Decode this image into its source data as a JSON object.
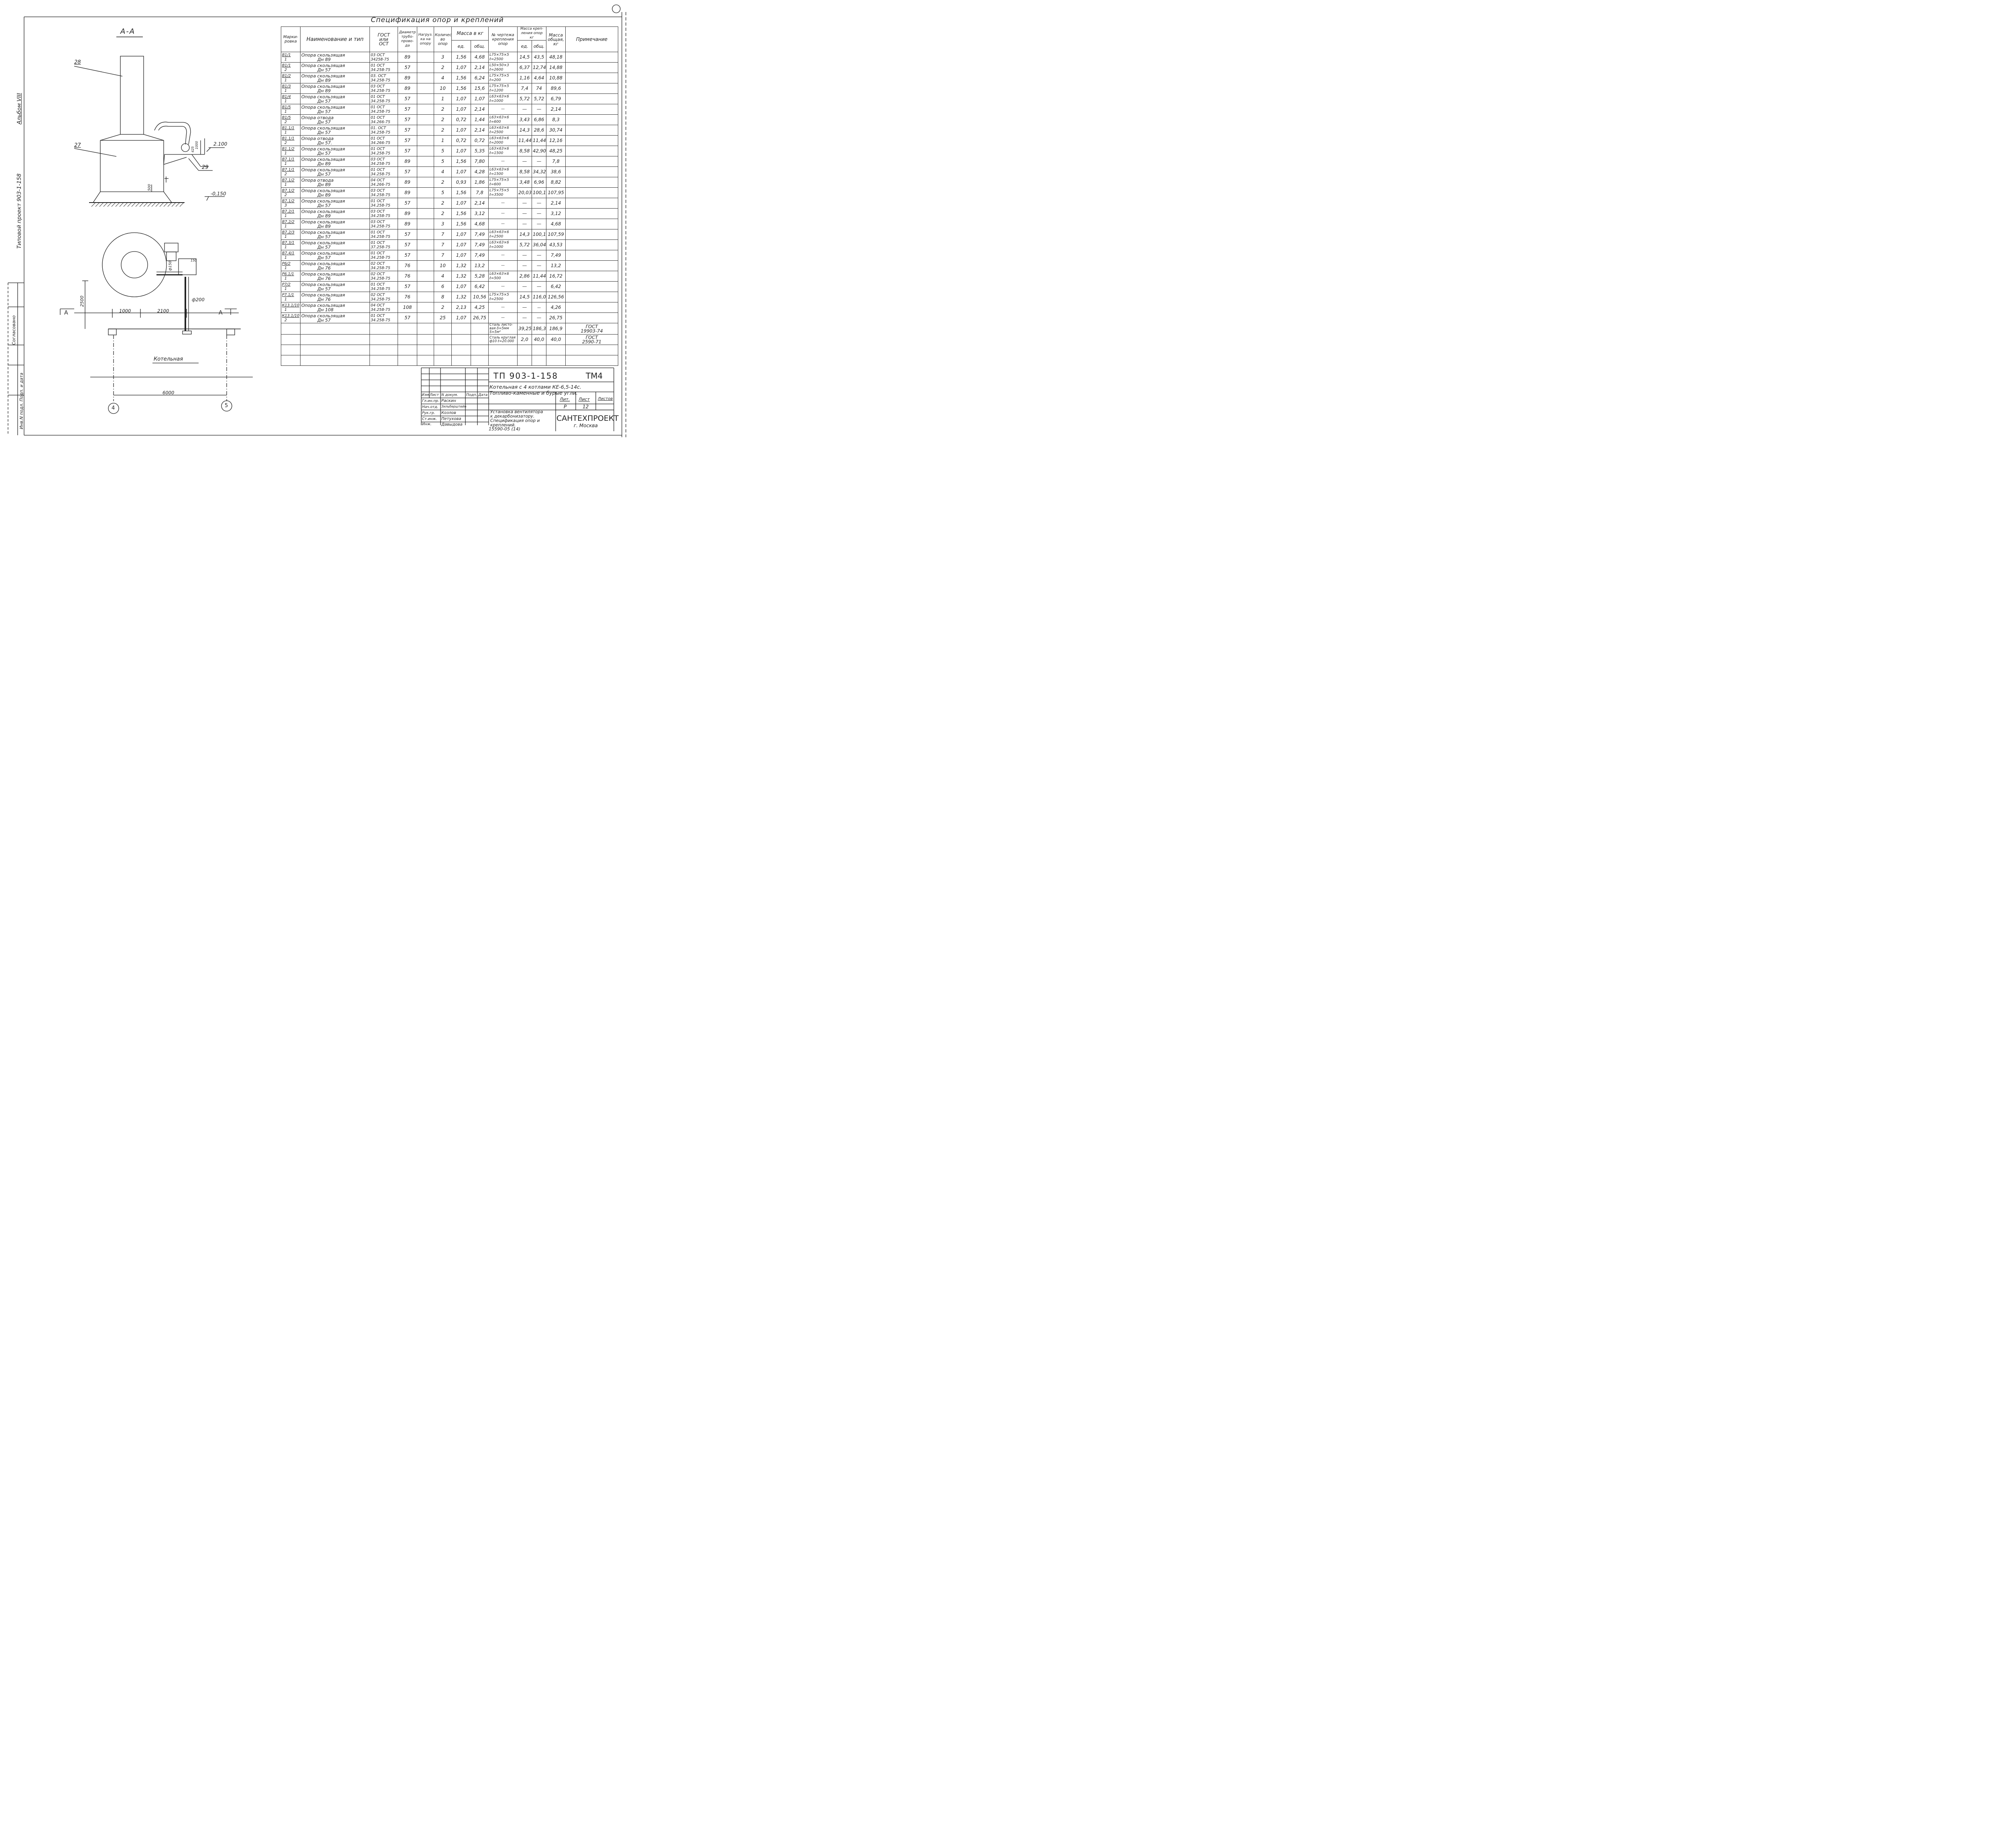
{
  "spec_title": "Спецификация опор и креплений",
  "table_headers": {
    "mark": [
      "Марки-",
      "ровка"
    ],
    "name": "Наименование и тип",
    "gost": [
      "ГОСТ",
      "или",
      "ОСТ"
    ],
    "diameter": [
      "Диаметр",
      "трубо-",
      "прово-",
      "да"
    ],
    "load": [
      "Нагруз.",
      "ка на",
      "опору"
    ],
    "qty": [
      "Количест.",
      "во",
      "опор"
    ],
    "mass": "Масса в кг",
    "mass_unit": "ед.",
    "mass_total": "общ.",
    "drawing": [
      "№ чертежа",
      "крепления",
      "опор"
    ],
    "fix_mass": [
      "Масса креп-",
      "ления опор",
      "кг"
    ],
    "fix_unit": "ед.",
    "fix_total": "общ.",
    "total_mass": [
      "Масса",
      "общая,",
      "кг"
    ],
    "note": "Примечание"
  },
  "rows": [
    {
      "mark": "В1/1",
      "sub": "1",
      "name": "Опора скользящая",
      "dn": "Дн 89",
      "gost": [
        "03 ОСТ",
        "34258-75"
      ],
      "d": "89",
      "qty": "3",
      "m1": "1,56",
      "mt": "4,68",
      "draw": [
        "L75×75×5",
        "ℓ=2500"
      ],
      "f1": "14,5",
      "ft": "43,5",
      "total": "48,18",
      "note": ""
    },
    {
      "mark": "В1/1",
      "sub": "2",
      "name": "Опора скользящая",
      "dn": "Дн 57",
      "gost": [
        "01 ОСТ",
        "34.258-75"
      ],
      "d": "57",
      "qty": "2",
      "m1": "1,07",
      "mt": "2,14",
      "draw": [
        "L50×50×3",
        "ℓ=2600"
      ],
      "f1": "6,37",
      "ft": "12,74",
      "total": "14,88",
      "note": ""
    },
    {
      "mark": "В1/2",
      "sub": "1",
      "name": "Опора скользящая",
      "dn": "Дн 89",
      "gost": [
        "03. ОСТ",
        "34.258-75"
      ],
      "d": "89",
      "qty": "4",
      "m1": "1,56",
      "mt": "6,24",
      "draw": [
        "L75×75×5",
        "ℓ=200"
      ],
      "f1": "1,16",
      "ft": "4,64",
      "total": "10,88",
      "note": ""
    },
    {
      "mark": "В1/3",
      "sub": "1",
      "name": "Опора скользящая",
      "dn": "Дн 89",
      "gost": [
        "03 ОСТ",
        "34.258-75"
      ],
      "d": "89",
      "qty": "10",
      "m1": "1,56",
      "mt": "15,6",
      "draw": [
        "L75×75×5",
        "ℓ=1200"
      ],
      "f1": "7,4",
      "ft": "74",
      "total": "89,6",
      "note": ""
    },
    {
      "mark": "В1/4",
      "sub": "1",
      "name": "Опора скользящая",
      "dn": "Дн 57",
      "gost": [
        "01 ОСТ",
        "34.258-75"
      ],
      "d": "57",
      "qty": "1",
      "m1": "1,07",
      "mt": "1,07",
      "draw": [
        "L63×63×6",
        "ℓ=1000"
      ],
      "f1": "5,72",
      "ft": "5,72",
      "total": "6,79",
      "note": ""
    },
    {
      "mark": "В1/5",
      "sub": "1",
      "name": "Опора скользящая",
      "dn": "Дн 57",
      "gost": [
        "01 ОСТ",
        "34.258-75"
      ],
      "d": "57",
      "qty": "2",
      "m1": "1,07",
      "mt": "2,14",
      "draw": [
        "—",
        ""
      ],
      "f1": "—",
      "ft": "—",
      "total": "2,14",
      "note": ""
    },
    {
      "mark": "В1/5",
      "sub": "2",
      "name": "Опора отвода",
      "dn": "Дн 57",
      "gost": [
        "01 ОСТ",
        "34.266-75"
      ],
      "d": "57",
      "qty": "2",
      "m1": "0,72",
      "mt": "1,44",
      "draw": [
        "L63×63×6",
        "ℓ=600"
      ],
      "f1": "3,43",
      "ft": "6,86",
      "total": "8,3",
      "note": ""
    },
    {
      "mark": "В1.1/1",
      "sub": "1",
      "name": "Опора скользящая",
      "dn": "Дн 57",
      "gost": [
        "01. ОСТ",
        "34.258-75"
      ],
      "d": "57",
      "qty": "2",
      "m1": "1,07",
      "mt": "2,14",
      "draw": [
        "L63×63×6",
        "ℓ=2500"
      ],
      "f1": "14,3",
      "ft": "28,6",
      "total": "30,74",
      "note": ""
    },
    {
      "mark": "В1.1/1",
      "sub": "2",
      "name": "Опора отвода",
      "dn": "Дн 57.",
      "gost": [
        "01 ОСТ",
        "34.266-75"
      ],
      "d": "57",
      "qty": "1",
      "m1": "0,72",
      "mt": "0,72",
      "draw": [
        "L63×63×6",
        "ℓ=2000"
      ],
      "f1": "11,44",
      "ft": "11,44",
      "total": "12,16",
      "note": ""
    },
    {
      "mark": "В1.1/2",
      "sub": "1",
      "name": "Опора скользящая",
      "dn": "Дн 57",
      "gost": [
        "01 ОСТ",
        "34.258-75"
      ],
      "d": "57",
      "qty": "5",
      "m1": "1,07",
      "mt": "5,35",
      "draw": [
        "L63×63×6",
        "ℓ=1500"
      ],
      "f1": "8,58",
      "ft": "42,90",
      "total": "48,25",
      "note": ""
    },
    {
      "mark": "В7.1/1",
      "sub": "1",
      "name": "Опора скользящая",
      "dn": "Дн 89",
      "gost": [
        "03 ОСТ",
        "34.258-75"
      ],
      "d": "89",
      "qty": "5",
      "m1": "1,56",
      "mt": "7,80",
      "draw": [
        "—",
        ""
      ],
      "f1": "—",
      "ft": "—",
      "total": "7,8",
      "note": ""
    },
    {
      "mark": "В7.1/1",
      "sub": "2",
      "name": "Опора скользящая",
      "dn": "Дн 57",
      "gost": [
        "01 ОСТ",
        "34.258-75"
      ],
      "d": "57",
      "qty": "4",
      "m1": "1,07",
      "mt": "4,28",
      "draw": [
        "L63×63×6",
        "ℓ=1500"
      ],
      "f1": "8,58",
      "ft": "34,32",
      "total": "38,6",
      "note": ""
    },
    {
      "mark": "В7.1/2",
      "sub": "1",
      "name": "Опора отвода",
      "dn": "Дн 89",
      "gost": [
        "04 ОСТ",
        "34.266-75"
      ],
      "d": "89",
      "qty": "2",
      "m1": "0,93",
      "mt": "1,86",
      "draw": [
        "L75×75×5",
        "ℓ=600"
      ],
      "f1": "3,48",
      "ft": "6,96",
      "total": "8,82",
      "note": ""
    },
    {
      "mark": "В7.1/2",
      "sub": "2",
      "name": "Опора скользящая",
      "dn": "Дн 89",
      "gost": [
        "03 ОСТ",
        "34.258-75"
      ],
      "d": "89",
      "qty": "5",
      "m1": "1,56",
      "mt": "7,8",
      "draw": [
        "L75×75×5",
        "ℓ=3500"
      ],
      "f1": "20,03",
      "ft": "100,15",
      "total": "107,95",
      "note": ""
    },
    {
      "mark": "В7.1/2",
      "sub": "3",
      "name": "Опора скользящая",
      "dn": "Дн 57",
      "gost": [
        "01 ОСТ",
        "34.258-75"
      ],
      "d": "57",
      "qty": "2",
      "m1": "1,07",
      "mt": "2,14",
      "draw": [
        "—",
        ""
      ],
      "f1": "—",
      "ft": "—",
      "total": "2,14",
      "note": ""
    },
    {
      "mark": "В7.2/1",
      "sub": "1",
      "name": "Опора скользящая",
      "dn": "Дн 89",
      "gost": [
        "03 ОСТ",
        "34.258-75"
      ],
      "d": "89",
      "qty": "2",
      "m1": "1,56",
      "mt": "3,12",
      "draw": [
        "—",
        ""
      ],
      "f1": "—",
      "ft": "—",
      "total": "3,12",
      "note": ""
    },
    {
      "mark": "В7.2/2",
      "sub": "1",
      "name": "Опора скользящая",
      "dn": "Дн 89",
      "gost": [
        "03 ОСТ",
        "34.258-75"
      ],
      "d": "89",
      "qty": "3",
      "m1": "1,56",
      "mt": "4,68",
      "draw": [
        "—",
        ""
      ],
      "f1": "—",
      "ft": "—",
      "total": "4,68",
      "note": ""
    },
    {
      "mark": "В7.2/3",
      "sub": "1",
      "name": "Опора скользящая",
      "dn": "Дн 57",
      "gost": [
        "01 ОСТ",
        "34.258-75"
      ],
      "d": "57",
      "qty": "7",
      "m1": "1,07",
      "mt": "7,49",
      "draw": [
        "L63×63×6",
        "ℓ=2500"
      ],
      "f1": "14,3",
      "ft": "100,1",
      "total": "107,59",
      "note": ""
    },
    {
      "mark": "В7.3/1",
      "sub": "1",
      "name": "Опора скользящая",
      "dn": "Дн 57",
      "gost": [
        "01 ОСТ",
        "37.258-75"
      ],
      "d": "57",
      "qty": "7",
      "m1": "1,07",
      "mt": "7,49",
      "draw": [
        "L63×63×6",
        "ℓ=1000"
      ],
      "f1": "5,72",
      "ft": "36,04",
      "total": "43,53",
      "note": ""
    },
    {
      "mark": "В7.4/1",
      "sub": "1",
      "name": "Опора скользящая",
      "dn": "Дн 57",
      "gost": [
        "01 ОСТ",
        "34.258-75"
      ],
      "d": "57",
      "qty": "7",
      "m1": "1,07",
      "mt": "7,49",
      "draw": [
        "—",
        ""
      ],
      "f1": "—",
      "ft": "—",
      "total": "7,49",
      "note": ""
    },
    {
      "mark": "Р6/2",
      "sub": "1",
      "name": "Опора скользящая",
      "dn": "Дн 76",
      "gost": [
        "02 ОСТ",
        "34.258-75"
      ],
      "d": "76",
      "qty": "10",
      "m1": "1,32",
      "mt": "13,2",
      "draw": [
        "—",
        ""
      ],
      "f1": "—",
      "ft": "—",
      "total": "13,2",
      "note": ""
    },
    {
      "mark": "Р6.1/1",
      "sub": "1",
      "name": "Опора скользящая",
      "dn": "Дн 76",
      "gost": [
        "02 ОСТ",
        "34.258-75"
      ],
      "d": "76",
      "qty": "4",
      "m1": "1,32",
      "mt": "5,28",
      "draw": [
        "L63×63×6",
        "ℓ=500"
      ],
      "f1": "2,86",
      "ft": "11,44",
      "total": "16,72",
      "note": ""
    },
    {
      "mark": "Р7/2",
      "sub": "1",
      "name": "Опора скользящая",
      "dn": "Дн 57",
      "gost": [
        "01 ОСТ",
        "34.258-75"
      ],
      "d": "57",
      "qty": "6",
      "m1": "1,07",
      "mt": "6,42",
      "draw": [
        "—",
        ""
      ],
      "f1": "—",
      "ft": "—",
      "total": "6,42",
      "note": ""
    },
    {
      "mark": "Р7.1/1",
      "sub": "1",
      "name": "Опора скользящая",
      "dn": "Дн 76",
      "gost": [
        "02 ОСТ",
        "34.258-75"
      ],
      "d": "76",
      "qty": "8",
      "m1": "1,32",
      "mt": "10,56",
      "draw": [
        "L75×75×5",
        "ℓ=2500"
      ],
      "f1": "14,5",
      "ft": "116,0",
      "total": "126,56",
      "note": ""
    },
    {
      "mark": "К13.1/10",
      "sub": "1",
      "name": "Опора скользящая",
      "dn": "Дн 108",
      "gost": [
        "04 ОСТ",
        "34.258-75"
      ],
      "d": "108",
      "qty": "2",
      "m1": "2,13",
      "mt": "4,25",
      "draw": [
        "—",
        ""
      ],
      "f1": "—",
      "ft": "--",
      "total": "4,26",
      "note": ""
    },
    {
      "mark": "К13.1/10",
      "sub": "2",
      "name": "Опора скользящая",
      "dn": "Дн 57",
      "gost": [
        "01 ОСТ",
        "34.258-75"
      ],
      "d": "57",
      "qty": "25",
      "m1": "1,07",
      "mt": "26,75",
      "draw": [
        "—",
        ""
      ],
      "f1": "—",
      "ft": "—",
      "total": "26,75",
      "note": ""
    }
  ],
  "extra_rows": [
    {
      "draw": [
        "Сталь листо-",
        "вая δ=5мм",
        "S=5м²"
      ],
      "f1": "39,25",
      "ft": "186,3",
      "total": "186,9",
      "note": [
        "ГОСТ",
        "19903-74"
      ]
    },
    {
      "draw": [
        "Сталь круглая",
        "ф10 ℓ=20.000"
      ],
      "f1": "2,0",
      "ft": "40,0",
      "total": "40,0",
      "note": [
        "ГОСТ",
        "2590-71"
      ]
    }
  ],
  "drawing": {
    "section_label": "А-А",
    "leaders": [
      "28",
      "27",
      "29"
    ],
    "elevations": [
      "2.100",
      "-0,150"
    ],
    "dims_vertical": [
      "1000",
      "425",
      "500",
      "2500"
    ],
    "dims_plan": [
      "1000",
      "2100",
      "6000"
    ],
    "diameters": [
      "ф150",
      "ф200"
    ],
    "small_label": "150",
    "cut_marks": [
      "А",
      "А"
    ],
    "room_label": "Котельная",
    "axes": [
      "4",
      "5"
    ]
  },
  "side_texts": {
    "project": "Типовой проект 903-1-158",
    "album": "Альбом VIII",
    "agreed": "Согласовано",
    "inv": "Инв.N подл. Подп. и дата"
  },
  "stamp": {
    "code": "ТП 903-1-158",
    "sheet_code": "ТМ4",
    "desc1": "Котельная с 4 котлами КЕ-6,5-14с.",
    "desc2": "Топливо-каменные и бурые угли.",
    "col_labels": [
      "Изм.",
      "Лист",
      "N докум.",
      "Подп.",
      "Дата"
    ],
    "roles": [
      "Гл.ин.пр.",
      "Нач.отд.",
      "Рук.гр.",
      "Ст.инж.",
      "Инж."
    ],
    "names": [
      "Раскин",
      "Зильберштейн",
      "Козлов",
      "Петухова",
      "Давыдова"
    ],
    "lit_label": "Лит.",
    "sheet_label": "Лист",
    "sheets_label": "Листов",
    "lit": "Р",
    "sheet": "12",
    "title": [
      "Установка вентилятора",
      "к декарбонизатору.",
      "Спецификация опор и",
      "креплений."
    ],
    "org": "САНТЕХПРОЕКТ",
    "city": "г. Москва",
    "archive": "15590-05",
    "archive_page": "14"
  },
  "colors": {
    "ink": "#222222",
    "paper": "#ffffff"
  }
}
